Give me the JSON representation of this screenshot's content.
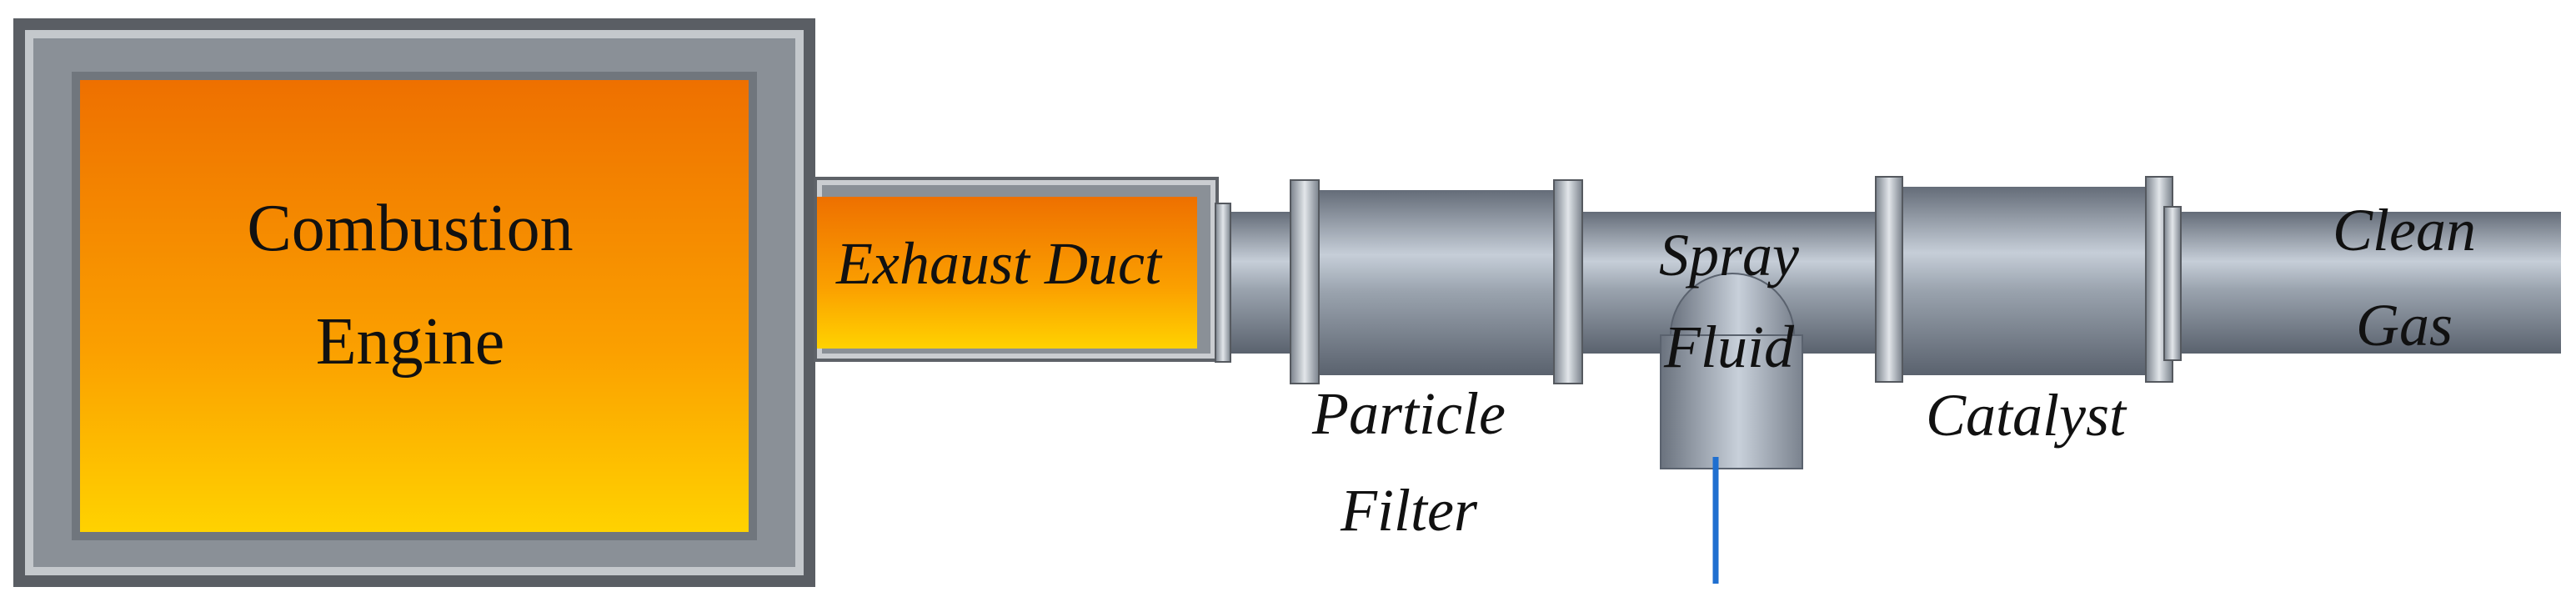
{
  "labels": {
    "engine_line1": "Combustion",
    "engine_line2": "Engine",
    "exhaust_duct": "Exhaust Duct",
    "filter_line1": "Particle",
    "filter_line2": "Filter",
    "spray_line1": "Spray",
    "spray_line2": "Fluid",
    "catalyst": "Catalyst",
    "clean_line1": "Clean",
    "clean_line2": "Gas"
  },
  "colors": {
    "hot_top": "#ee7000",
    "hot_bottom": "#ffd000",
    "frame_dark": "#555a60",
    "frame_mid": "#808890",
    "frame_light": "#c8ccd0",
    "pipe_dark": "#6c7480",
    "pipe_light": "#c4ccd6",
    "spray_line": "#1f6fd0"
  }
}
